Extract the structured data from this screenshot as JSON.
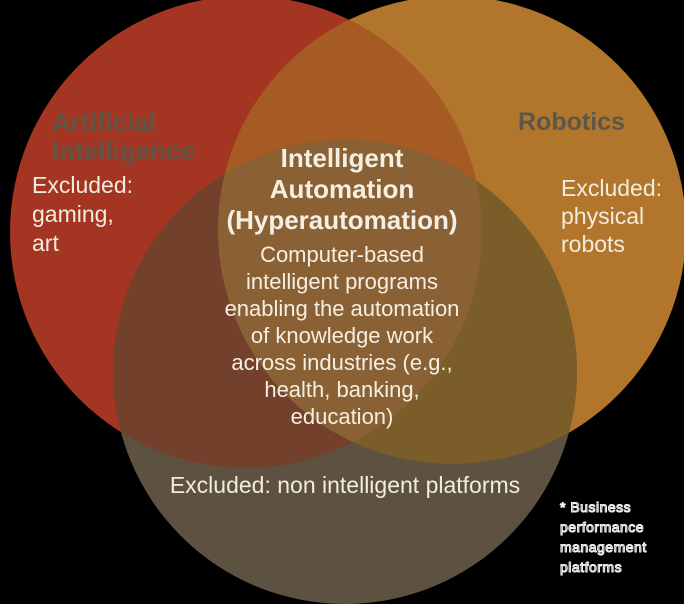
{
  "colors": {
    "background": "#000000",
    "ai": "#a43522",
    "robotics": "#b1762c",
    "platforms": "#5d5142",
    "ai_robotics": "#a75b24",
    "ai_platforms": "#73402b",
    "robotics_platforms": "#7b5d29",
    "center": "#8a6134",
    "circle_label_text": "#5e5647",
    "robotics_label_text": "#5d564a",
    "light_text": "#f2ecdf",
    "center_text": "#f5efe3",
    "footnote_fill": "#141414",
    "footnote_outline": "#f5f3ee"
  },
  "labels": {
    "ai": "Artificial\nIntelligence",
    "ai_excluded": "Excluded:\ngaming,\nart",
    "robotics": "Robotics",
    "robotics_excluded": "Excluded:\nphysical\nrobots",
    "center_title": "Intelligent\nAutomation\n(Hyperautomation)",
    "center_body": "Computer-based\nintelligent programs\nenabling the automation\nof knowledge work\nacross industries (e.g.,\nhealth, banking,\neducation)",
    "bottom_excluded": "Excluded: non intelligent platforms",
    "footnote": "* Business\nperformance\nmanagement\nplatforms"
  }
}
